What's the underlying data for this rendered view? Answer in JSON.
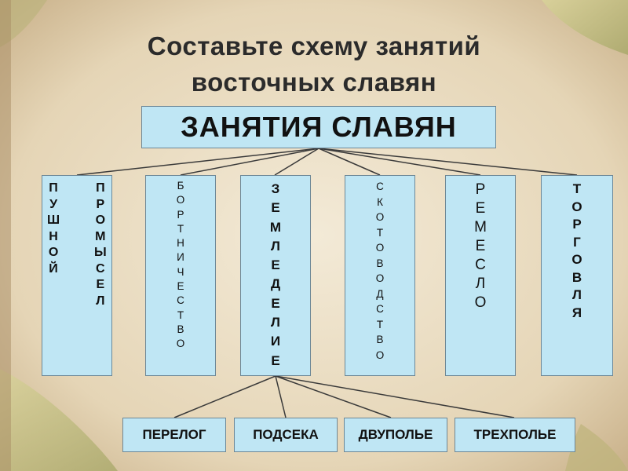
{
  "title": {
    "line1": "Составьте схему занятий",
    "line2": "восточных славян"
  },
  "root": {
    "label": "ЗАНЯТИЯ СЛАВЯН"
  },
  "occupations": [
    {
      "id": "pushnoy",
      "words": [
        "ПУШНОЙ",
        "ПРОМЫСЕЛ"
      ]
    },
    {
      "id": "bortnichestvo",
      "words": [
        "БОРТНИЧЕСТВО"
      ]
    },
    {
      "id": "zemledelie",
      "words": [
        "ЗЕМЛЕДЕЛИЕ"
      ]
    },
    {
      "id": "skotovodstvo",
      "words": [
        "СКОТОВОДСТВО"
      ]
    },
    {
      "id": "remeslo",
      "words": [
        "РЕМЕСЛО"
      ]
    },
    {
      "id": "torgovlya",
      "words": [
        "ТОРГОВЛЯ"
      ]
    }
  ],
  "farming_systems": [
    "ПЕРЕЛОГ",
    "ПОДСЕКА",
    "ДВУПОЛЬЕ",
    "ТРЕХПОЛЬЕ"
  ],
  "colors": {
    "box_fill": "#bfe6f4",
    "box_border": "#6d8796",
    "connector": "#3a3a3a",
    "title_text": "#2b2b2b"
  }
}
